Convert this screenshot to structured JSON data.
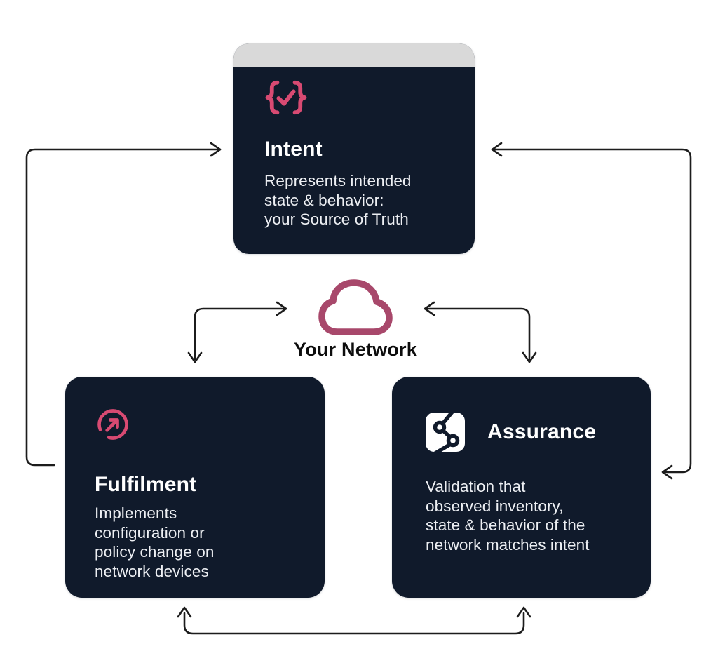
{
  "colors": {
    "card_bg": "#101a2b",
    "chrome_gray": "#d9d9d9",
    "accent_pink": "#d84a72",
    "cloud_maroon": "#a8486b",
    "arrow_color": "#1c1c1c",
    "title_text": "#ffffff",
    "body_text": "#edeff3",
    "network_label": "#0d0d0d",
    "page_bg": "#ffffff"
  },
  "cards": {
    "intent": {
      "title": "Intent",
      "icon": "code-braces-check-icon",
      "desc": [
        "Represents intended",
        "state & behavior:",
        "your Source of Truth"
      ]
    },
    "fulfilment": {
      "title": "Fulfilment",
      "icon": "arrow-up-right-circle-icon",
      "desc": [
        "Implements",
        "configuration or",
        "policy change on",
        "network devices"
      ]
    },
    "assurance": {
      "title": "Assurance",
      "icon": "graph-nodes-icon",
      "desc": [
        "Validation that",
        "observed inventory,",
        "state & behavior of the",
        "network matches intent"
      ]
    }
  },
  "network": {
    "label": "Your Network",
    "icon": "cloud-icon"
  }
}
